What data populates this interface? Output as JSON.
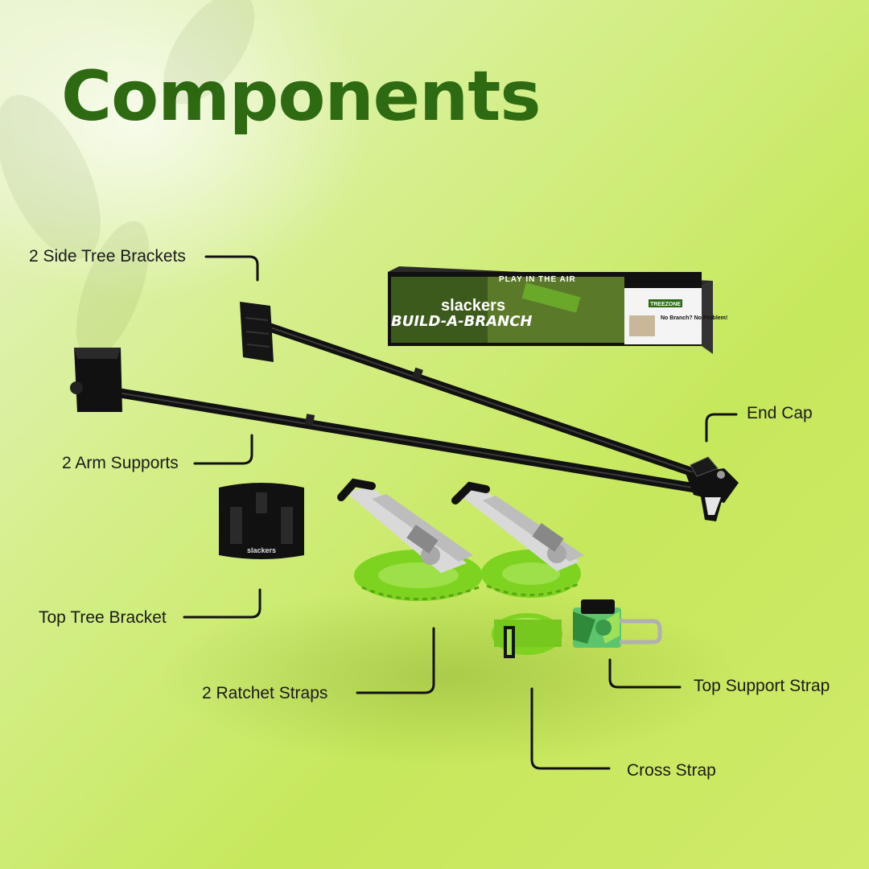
{
  "title": "Components",
  "labels": {
    "side_tree_brackets": "2 Side Tree Brackets",
    "arm_supports": "2 Arm Supports",
    "end_cap": "End Cap",
    "top_tree_bracket": "Top Tree Bracket",
    "ratchet_straps": "2 Ratchet Straps",
    "top_support_strap": "Top Support Strap",
    "cross_strap": "Cross Strap"
  },
  "box": {
    "brand": "slackers",
    "product": "BUILD-A-BRANCH",
    "tagline": "PLAY IN THE AIR",
    "zone": "TREEZONE",
    "promo": "No Branch? No Problem!"
  },
  "bracket_brand": "slackers",
  "colors": {
    "title": "#2d6a12",
    "strap_green": "#7ed321",
    "metal_black": "#111111"
  }
}
